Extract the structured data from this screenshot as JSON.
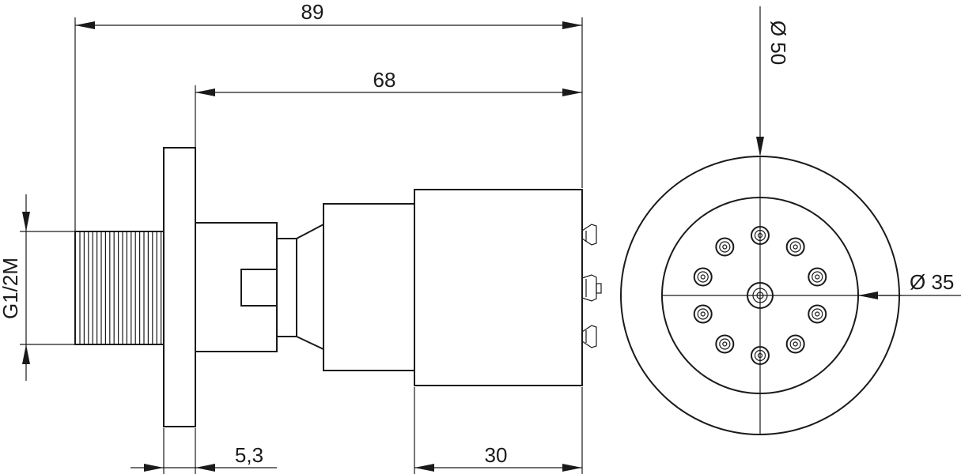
{
  "dimensions": {
    "total_length": "89",
    "body_length": "68",
    "flange_thickness": "5,3",
    "head_length": "30",
    "outer_diameter": "Ø 50",
    "face_diameter": "Ø 35",
    "thread": "G1/2M"
  },
  "colors": {
    "line": "#1a1a1a",
    "background": "#ffffff"
  },
  "front_view": {
    "nozzle_count": 10
  }
}
